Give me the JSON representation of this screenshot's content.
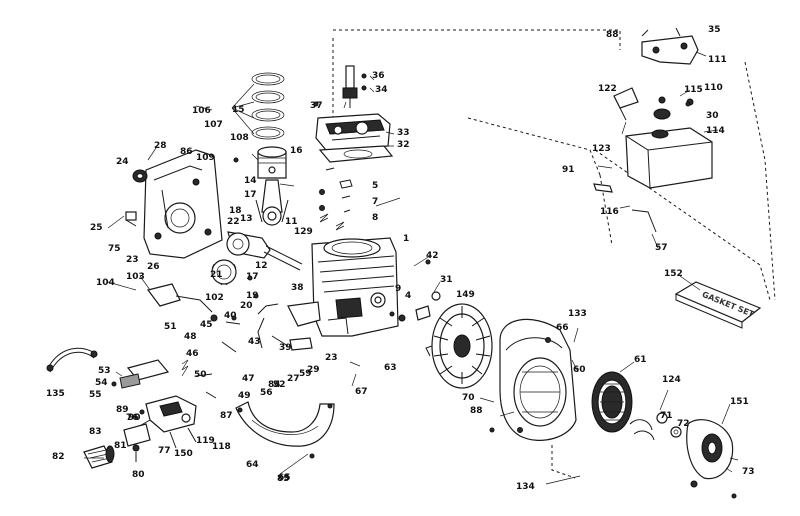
{
  "diagram": {
    "labels": [
      "1",
      "4",
      "5",
      "7",
      "8",
      "9",
      "11",
      "12",
      "13",
      "14",
      "15",
      "16",
      "17",
      "18",
      "19",
      "20",
      "21",
      "22",
      "23",
      "24",
      "25",
      "26",
      "27",
      "28",
      "29",
      "30",
      "31",
      "32",
      "33",
      "34",
      "35",
      "36",
      "37",
      "38",
      "39",
      "40",
      "42",
      "43",
      "45",
      "46",
      "47",
      "48",
      "49",
      "50",
      "51",
      "52",
      "53",
      "54",
      "55",
      "56",
      "57",
      "59",
      "60",
      "61",
      "63",
      "64",
      "65",
      "66",
      "67",
      "70",
      "71",
      "72",
      "73",
      "75",
      "76",
      "77",
      "80",
      "81",
      "82",
      "83",
      "84",
      "85",
      "86",
      "87",
      "88",
      "89",
      "90",
      "91",
      "102",
      "103",
      "104",
      "106",
      "107",
      "108",
      "109",
      "110",
      "111",
      "114",
      "115",
      "116",
      "118",
      "119",
      "122",
      "123",
      "124",
      "129",
      "133",
      "134",
      "135",
      "149",
      "150",
      "151",
      "152"
    ],
    "kit_label": "GASKET SET"
  }
}
